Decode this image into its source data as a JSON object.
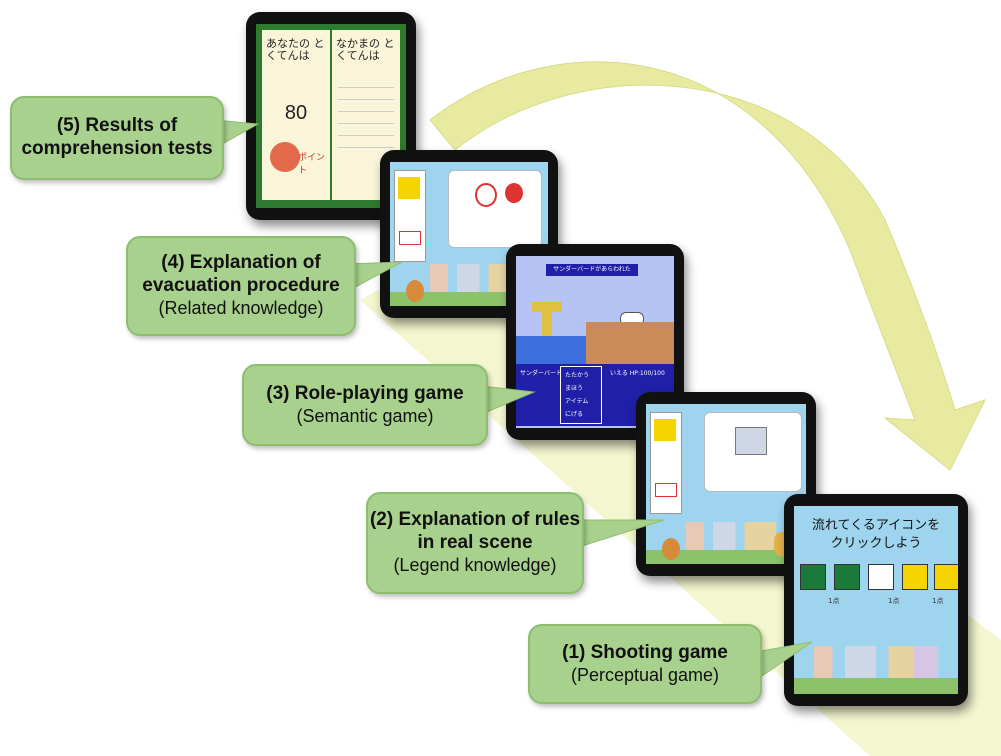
{
  "colors": {
    "arrow": "#e8eaa0",
    "callout": "#a9d18e",
    "callout_border": "#8fbd70",
    "tablet": "#111111",
    "sky": "#9fd4ee",
    "rpg_sky": "#b6c4f5",
    "menu": "#1f1fa8"
  },
  "steps": [
    {
      "bold": [
        "(5) Results of",
        "comprehension tests"
      ],
      "sub": ""
    },
    {
      "bold": [
        "(4) Explanation of",
        "evacuation procedure"
      ],
      "sub": "(Related knowledge)"
    },
    {
      "bold": [
        "(3) Role-playing game"
      ],
      "sub": "(Semantic game)"
    },
    {
      "bold": [
        "(2) Explanation of rules",
        "in real scene"
      ],
      "sub": "(Legend knowledge)"
    },
    {
      "bold": [
        "(1) Shooting game"
      ],
      "sub": "(Perceptual game)"
    }
  ],
  "screens": {
    "results": {
      "left_title": "あなたの とくてんは",
      "score": "80",
      "point_label": "ポイント",
      "right_title": "なかまの とくてんは"
    },
    "rpg": {
      "banner": "サンダーバードがあらわれた",
      "name": "サンダーバード",
      "commands": [
        "たたかう",
        "まほう",
        "アイテム",
        "にげる"
      ],
      "hp": "いえる HP:100/100"
    },
    "shooting": {
      "title_line1": "流れてくるアイコンを",
      "title_line2": "クリックしよう",
      "scores": [
        "1点",
        "1点",
        "1点"
      ]
    }
  }
}
